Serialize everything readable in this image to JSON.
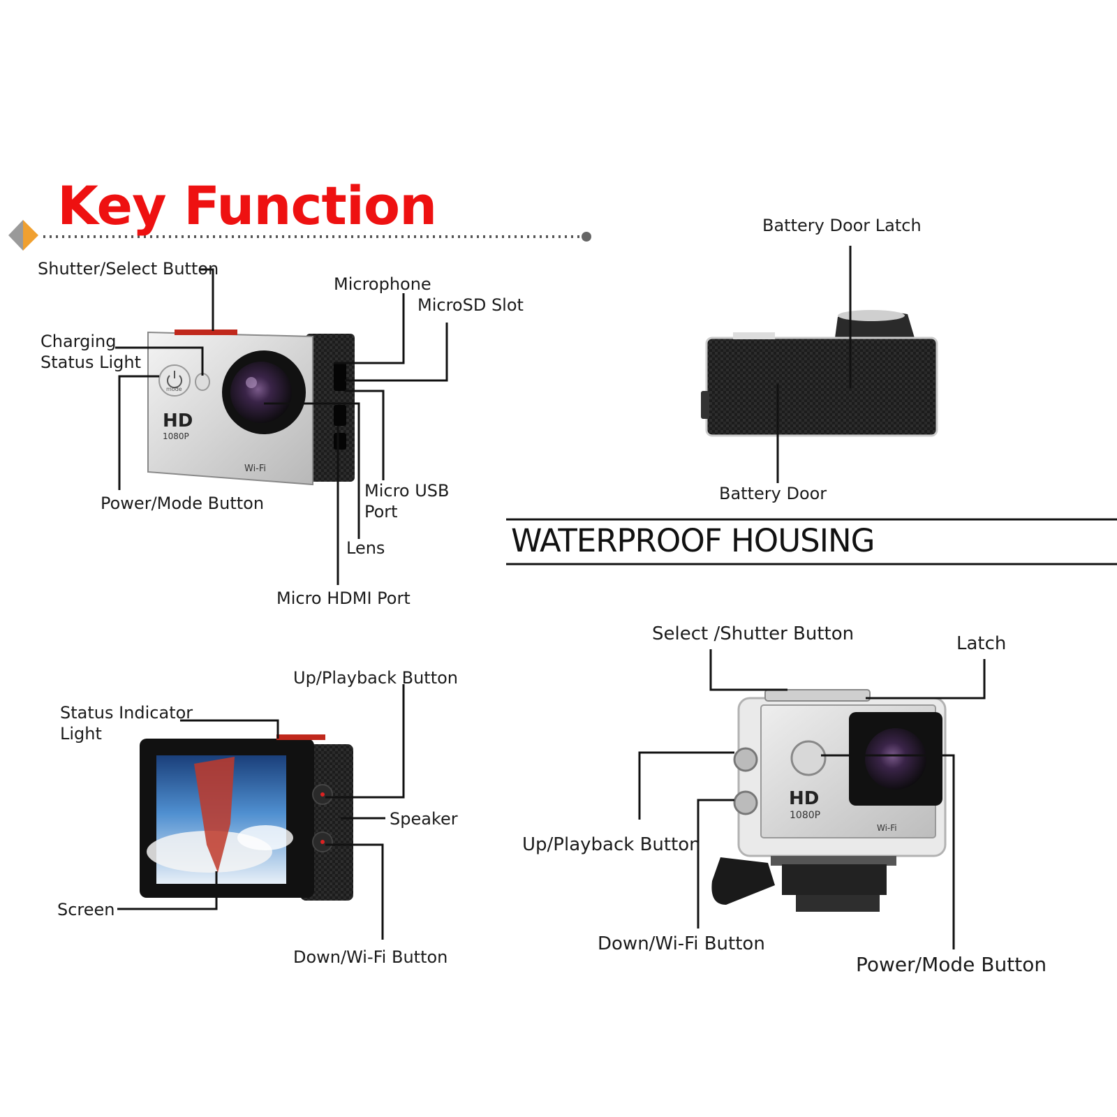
{
  "title": "Key Function",
  "waterproof_title": "WATERPROOF HOUSING",
  "front_view": {
    "shutter_select": "Shutter/Select Button",
    "charging_line1": "Charging",
    "charging_line2": "Status Light",
    "power_mode": "Power/Mode Button",
    "microphone": "Microphone",
    "microsd": "MicroSD Slot",
    "micro_usb_line1": "Micro USB",
    "micro_usb_line2": "Port",
    "lens": "Lens",
    "micro_hdmi": "Micro HDMI Port",
    "badge_hd": "HD",
    "badge_res": "1080P",
    "badge_wifi": "Wi-Fi",
    "mode_text": "mode"
  },
  "top_view": {
    "battery_latch": "Battery Door Latch",
    "battery_door": "Battery Door"
  },
  "rear_view": {
    "status_line1": "Status Indicator",
    "status_line2": "Light",
    "up_playback": "Up/Playback Button",
    "speaker": "Speaker",
    "screen": "Screen",
    "down_wifi": "Down/Wi-Fi Button"
  },
  "housing_view": {
    "select_shutter": "Select /Shutter Button",
    "latch": "Latch",
    "up_playback": "Up/Playback Button",
    "down_wifi": "Down/Wi-Fi Button",
    "power_mode": "Power/Mode Button",
    "badge_hd": "HD",
    "badge_res": "1080P",
    "badge_wifi": "Wi-Fi"
  },
  "colors": {
    "title": "#ee1111",
    "line": "#111111",
    "diamond": "#f0a030"
  }
}
